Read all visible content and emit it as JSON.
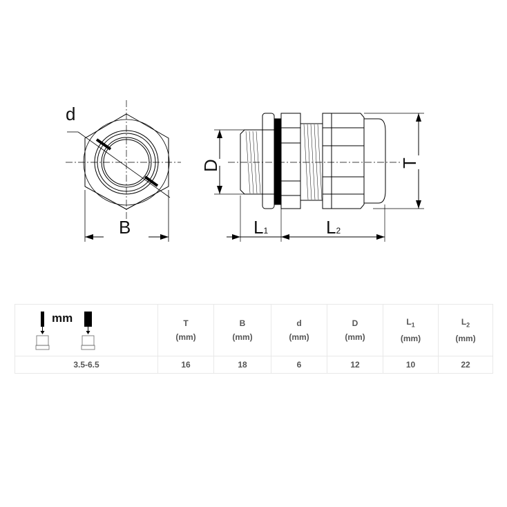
{
  "drawing": {
    "labels": {
      "d": "d",
      "B": "B",
      "D": "D",
      "T": "T",
      "L1": "L",
      "L1_sub": "1",
      "L2": "L",
      "L2_sub": "2"
    }
  },
  "table": {
    "icon_unit": "mm",
    "headers": [
      {
        "symbol": "T",
        "sub": "",
        "unit": "(mm)"
      },
      {
        "symbol": "B",
        "sub": "",
        "unit": "(mm)"
      },
      {
        "symbol": "d",
        "sub": "",
        "unit": "(mm)"
      },
      {
        "symbol": "D",
        "sub": "",
        "unit": "(mm)"
      },
      {
        "symbol": "L",
        "sub": "1",
        "unit": "(mm)"
      },
      {
        "symbol": "L",
        "sub": "2",
        "unit": "(mm)"
      }
    ],
    "rows": [
      {
        "range": "3.5-6.5",
        "values": [
          "16",
          "18",
          "6",
          "12",
          "10",
          "22"
        ]
      }
    ]
  }
}
